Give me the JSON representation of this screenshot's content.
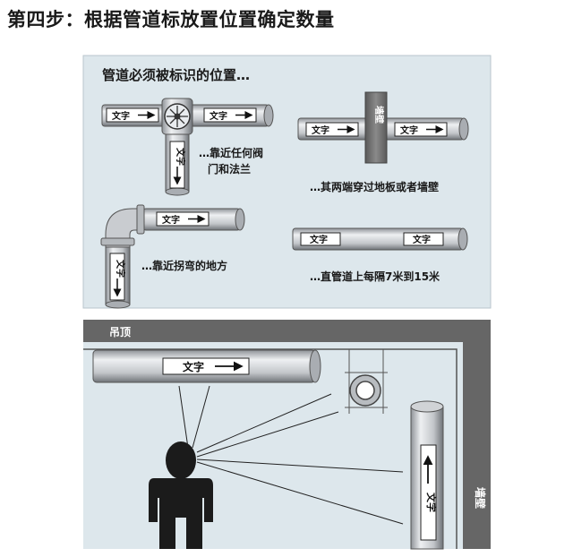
{
  "title": "第四步：根据管道标放置位置确定数量",
  "top_panel": {
    "heading": "管道必须被标识的位置…",
    "pipe_label": "文字",
    "captions": {
      "valve_line1": "…靠近任何阀",
      "valve_line2": "门和法兰",
      "wall": "…其两端穿过地板或者墙壁",
      "bend": "…靠近拐弯的地方",
      "straight": "…直管道上每隔7米到15米"
    },
    "wall_label": "墙壁"
  },
  "bottom_panel": {
    "ceiling_label": "吊顶",
    "wall_label": "墙壁",
    "pipe_label": "文字"
  },
  "colors": {
    "panel_bg": "#dde7ec",
    "wall": "#666666",
    "pipe": "#c3c6c9",
    "person": "#1b1b1b"
  }
}
